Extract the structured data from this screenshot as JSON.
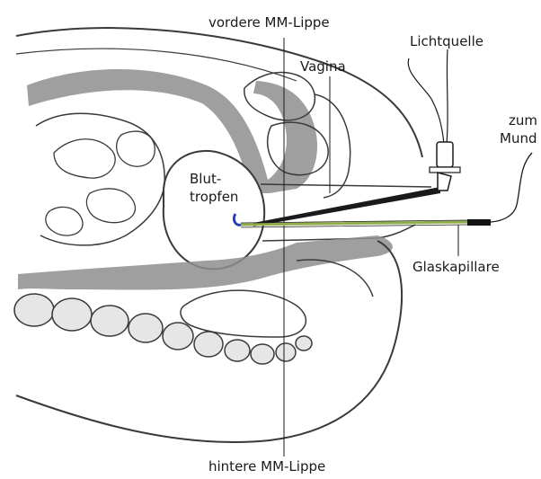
{
  "labels": {
    "vordere": "vordere MM-Lippe",
    "vagina": "Vagina",
    "lichtquelle": "Lichtquelle",
    "zum": "zum",
    "mund": "Mund",
    "blut": "Blut-",
    "tropfen": "tropfen",
    "glaskapillare": "Glaskapillare",
    "hintere": "hintere MM-Lippe"
  },
  "colors": {
    "ink": "#1a1a1a",
    "tissue_gray": "#8e8e8e",
    "skin_line": "#3a3a3a",
    "vertebra_fill": "#e6e6e6",
    "capillary_green": "#8fae4a",
    "drop_blue": "#2b3bb8",
    "tube_black": "#111111"
  }
}
